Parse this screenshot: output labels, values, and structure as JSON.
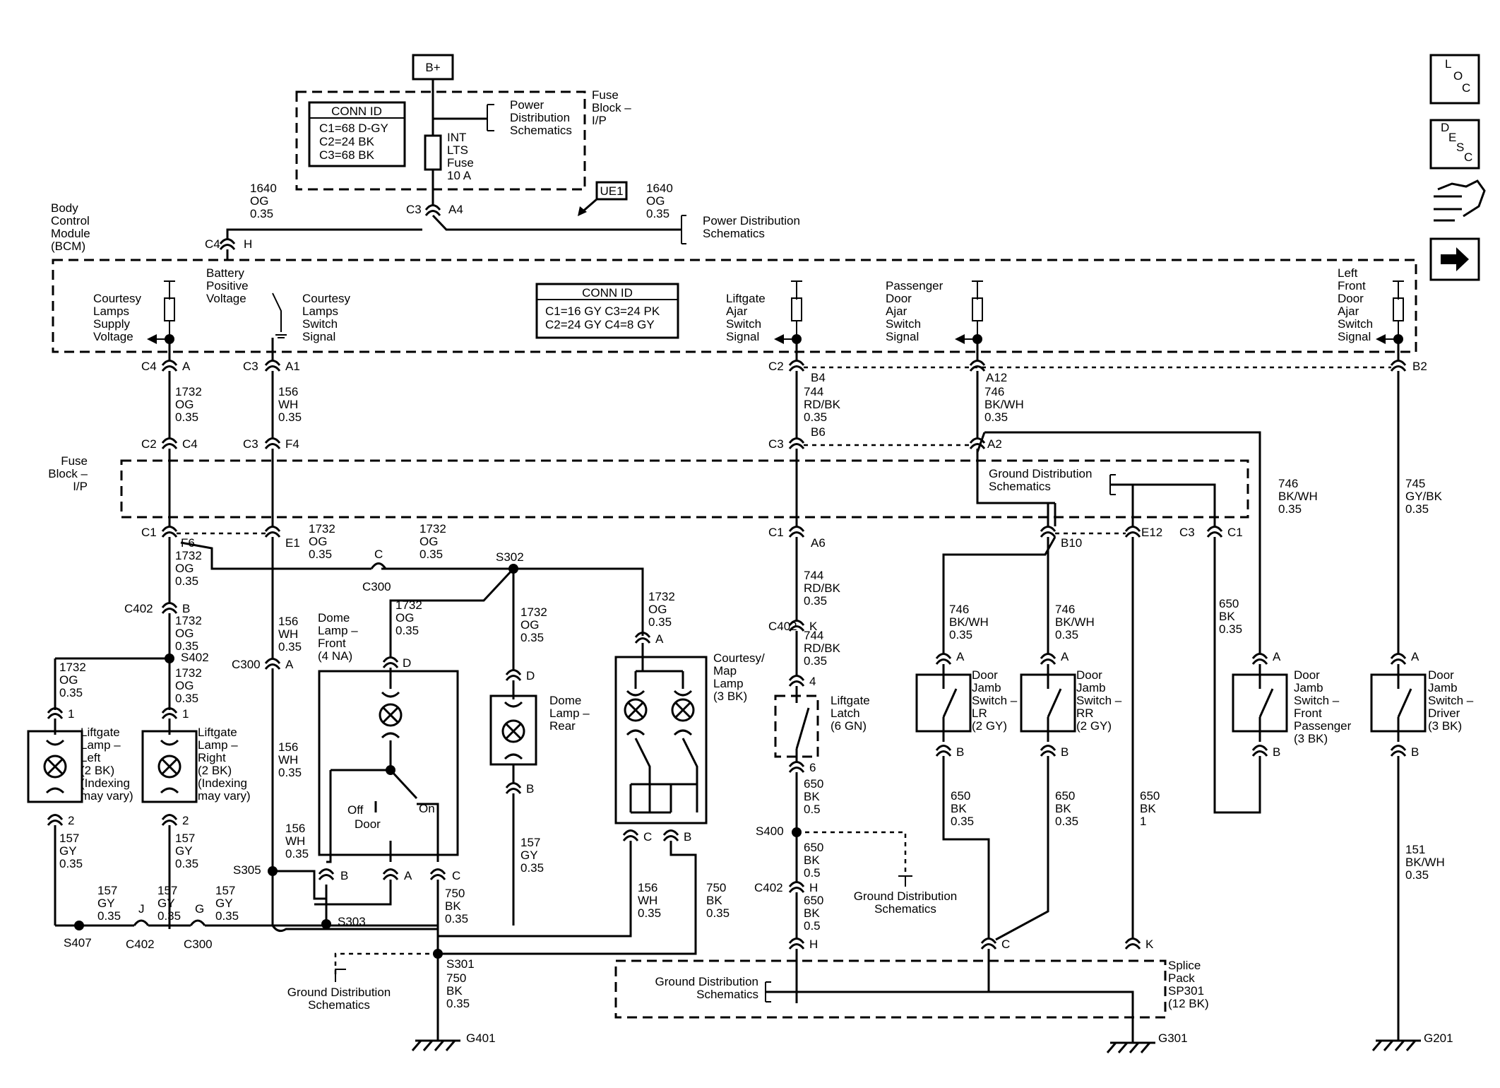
{
  "power": {
    "bplus": "B+",
    "ue1": "UE1",
    "fuse_top": [
      "Fuse",
      "Block –",
      "I/P"
    ],
    "fuse": [
      "INT",
      "LTS",
      "Fuse",
      "10 A"
    ],
    "pds": [
      "Power",
      "Distribution",
      "Schematics"
    ],
    "pds2": [
      "Power Distribution",
      "Schematics"
    ]
  },
  "conn_top": {
    "title": "CONN ID",
    "lines": [
      "C1=68 D-GY",
      "C2=24 BK",
      "C3=68 BK"
    ]
  },
  "conn_bcm": {
    "title": "CONN ID",
    "lines": [
      "C1=16 GY  C3=24 PK",
      "C2=24 GY  C4=8 GY"
    ]
  },
  "bcm": {
    "name": [
      "Body",
      "Control",
      "Module",
      "(BCM)"
    ],
    "bpv": [
      "Battery",
      "Positive",
      "Voltage"
    ],
    "cls": [
      "Courtesy",
      "Lamps",
      "Supply",
      "Voltage"
    ],
    "css": [
      "Courtesy",
      "Lamps",
      "Switch",
      "Signal"
    ],
    "las": [
      "Liftgate",
      "Ajar",
      "Switch",
      "Signal"
    ],
    "pda": [
      "Passenger",
      "Door",
      "Ajar",
      "Switch",
      "Signal"
    ],
    "lfd": [
      "Left",
      "Front",
      "Door",
      "Ajar",
      "Switch",
      "Signal"
    ]
  },
  "fuse_mid": [
    "Fuse",
    "Block –",
    "I/P"
  ],
  "wires": {
    "w1640a": [
      "1640",
      "OG",
      "0.35"
    ],
    "w1640b": [
      "1640",
      "OG",
      "0.35"
    ],
    "w1732a": [
      "1732",
      "OG",
      "0.35"
    ],
    "w156a": [
      "156",
      "WH",
      "0.35"
    ],
    "w744a": [
      "744",
      "RD/BK",
      "0.35"
    ],
    "w746a": [
      "746",
      "BK/WH",
      "0.35"
    ],
    "w746b": [
      "746",
      "BK/WH",
      "0.35"
    ],
    "w745": [
      "745",
      "GY/BK",
      "0.35"
    ],
    "w1732b": [
      "1732",
      "OG",
      "0.35"
    ],
    "w1732c": [
      "1732",
      "OG",
      "0.35"
    ],
    "w1732d": [
      "1732",
      "OG",
      "0.35"
    ],
    "w1732e": [
      "1732",
      "OG",
      "0.35"
    ],
    "w1732f": [
      "1732",
      "OG",
      "0.35"
    ],
    "w1732g": [
      "1732",
      "OG",
      "0.35"
    ],
    "w1732h": [
      "1732",
      "OG",
      "0.35"
    ],
    "w1732i": [
      "1732",
      "OG",
      "0.35"
    ],
    "w1732j": [
      "1732",
      "OG",
      "0.35"
    ],
    "w156b": [
      "156",
      "WH",
      "0.35"
    ],
    "w156c": [
      "156",
      "WH",
      "0.35"
    ],
    "w156d": [
      "156",
      "WH",
      "0.35"
    ],
    "w156e": [
      "156",
      "WH",
      "0.35"
    ],
    "w744b": [
      "744",
      "RD/BK",
      "0.35"
    ],
    "w744c": [
      "744",
      "RD/BK",
      "0.35"
    ],
    "w746c": [
      "746",
      "BK/WH",
      "0.35"
    ],
    "w746d": [
      "746",
      "BK/WH",
      "0.35"
    ],
    "w650a": [
      "650",
      "BK",
      "0.35"
    ],
    "w650b": [
      "650",
      "BK",
      "0.35"
    ],
    "w650c": [
      "650",
      "BK",
      "0.35"
    ],
    "w650d": [
      "650",
      "BK",
      "1"
    ],
    "w650e": [
      "650",
      "BK",
      "0.5"
    ],
    "w650f": [
      "650",
      "BK",
      "0.5"
    ],
    "w650g": [
      "650",
      "BK",
      "0.5"
    ],
    "w157a": [
      "157",
      "GY",
      "0.35"
    ],
    "w157b": [
      "157",
      "GY",
      "0.35"
    ],
    "w157c": [
      "157",
      "GY",
      "0.35"
    ],
    "w157d": [
      "157",
      "GY",
      "0.35"
    ],
    "w157e": [
      "157",
      "GY",
      "0.35"
    ],
    "w157f": [
      "157",
      "GY",
      "0.35"
    ],
    "w750a": [
      "750",
      "BK",
      "0.35"
    ],
    "w750b": [
      "750",
      "BK",
      "0.35"
    ],
    "w750c": [
      "750",
      "BK",
      "0.35"
    ],
    "w151": [
      "151",
      "BK/WH",
      "0.35"
    ]
  },
  "comp": {
    "llamp": [
      "Liftgate",
      "Lamp –",
      "Left",
      "(2 BK)",
      "(Indexing",
      "may vary)"
    ],
    "rlamp": [
      "Liftgate",
      "Lamp –",
      "Right",
      "(2 BK)",
      "(Indexing",
      "may vary)"
    ],
    "dfront": [
      "Dome",
      "Lamp –",
      "Front",
      "(4 NA)"
    ],
    "drear": [
      "Dome",
      "Lamp –",
      "Rear"
    ],
    "cmap": [
      "Courtesy/",
      "Map",
      "Lamp",
      "(3 BK)"
    ],
    "latch": [
      "Liftgate",
      "Latch",
      "(6 GN)"
    ],
    "djlr": [
      "Door",
      "Jamb",
      "Switch –",
      "LR",
      "(2 GY)"
    ],
    "djrr": [
      "Door",
      "Jamb",
      "Switch –",
      "RR",
      "(2 GY)"
    ],
    "djfp": [
      "Door",
      "Jamb",
      "Switch –",
      "Front",
      "Passenger",
      "(3 BK)"
    ],
    "djdr": [
      "Door",
      "Jamb",
      "Switch –",
      "Driver",
      "(3 BK)"
    ],
    "off": "Off",
    "door": "Door",
    "on": "On"
  },
  "gds": {
    "g1": [
      "Ground Distribution",
      "Schematics"
    ],
    "g2": [
      "Ground Distribution",
      "Schematics"
    ],
    "g3": [
      "Ground Distribution",
      "Schematics"
    ],
    "g4": [
      "Ground Distribution",
      "Schematics"
    ]
  },
  "splice": [
    "Splice",
    "Pack",
    "SP301",
    "(12 BK)"
  ],
  "grounds": {
    "g401": "G401",
    "g301": "G301",
    "g201": "G201"
  },
  "lbl": {
    "C1": "C1",
    "C2": "C2",
    "C3": "C3",
    "C4": "C4",
    "C300": "C300",
    "C402": "C402",
    "A": "A",
    "B": "B",
    "C": "C",
    "D": "D",
    "E1": "E1",
    "E12": "E12",
    "F4": "F4",
    "F6": "F6",
    "A1": "A1",
    "A2": "A2",
    "A4": "A4",
    "A6": "A6",
    "A12": "A12",
    "B2": "B2",
    "B4": "B4",
    "B6": "B6",
    "B10": "B10",
    "H": "H",
    "J": "J",
    "G": "G",
    "K": "K",
    "n1": "1",
    "n2": "2",
    "n4": "4",
    "n6": "6",
    "S302": "S302",
    "S303": "S303",
    "S305": "S305",
    "S301": "S301",
    "S400": "S400",
    "S402": "S402",
    "S407": "S407"
  },
  "nav": {
    "loc": [
      "L",
      "O",
      "C"
    ],
    "desc": [
      "D",
      "E",
      "S",
      "C"
    ]
  }
}
